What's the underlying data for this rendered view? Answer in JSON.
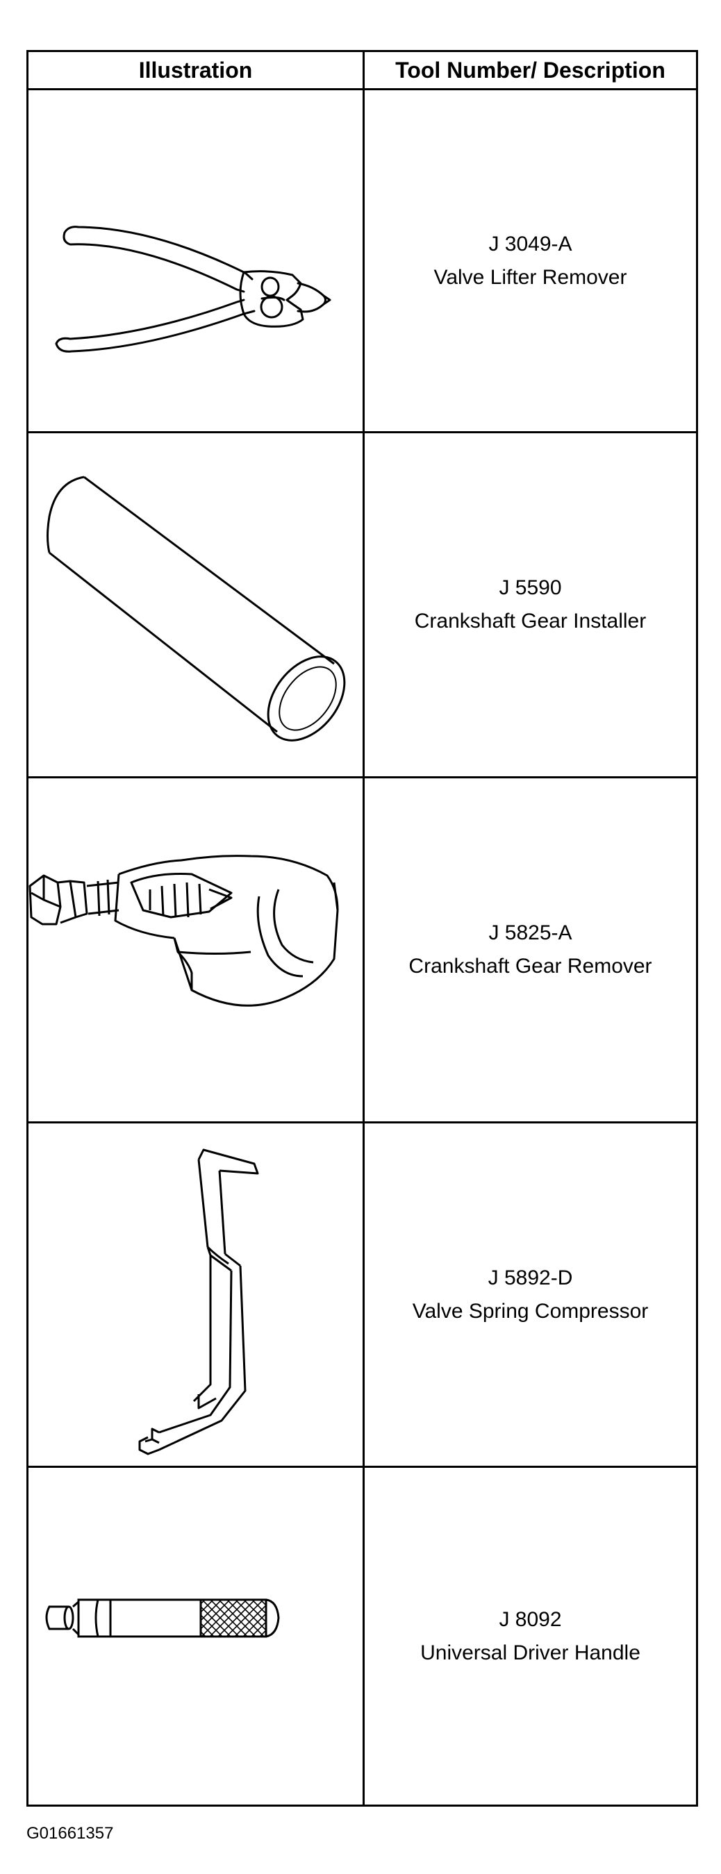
{
  "table": {
    "headers": {
      "illustration": "Illustration",
      "description": "Tool Number/ Description"
    },
    "rows": [
      {
        "tool_number": "J 3049-A",
        "description": "Valve Lifter Remover",
        "illustration": "pliers"
      },
      {
        "tool_number": "J 5590",
        "description": "Crankshaft Gear Installer",
        "illustration": "tube"
      },
      {
        "tool_number": "J 5825-A",
        "description": "Crankshaft Gear Remover",
        "illustration": "puller"
      },
      {
        "tool_number": "J 5892-D",
        "description": "Valve Spring Compressor",
        "illustration": "bent-bar"
      },
      {
        "tool_number": "J 8092",
        "description": "Universal Driver Handle",
        "illustration": "handle"
      }
    ]
  },
  "figure_code": "G01661357"
}
